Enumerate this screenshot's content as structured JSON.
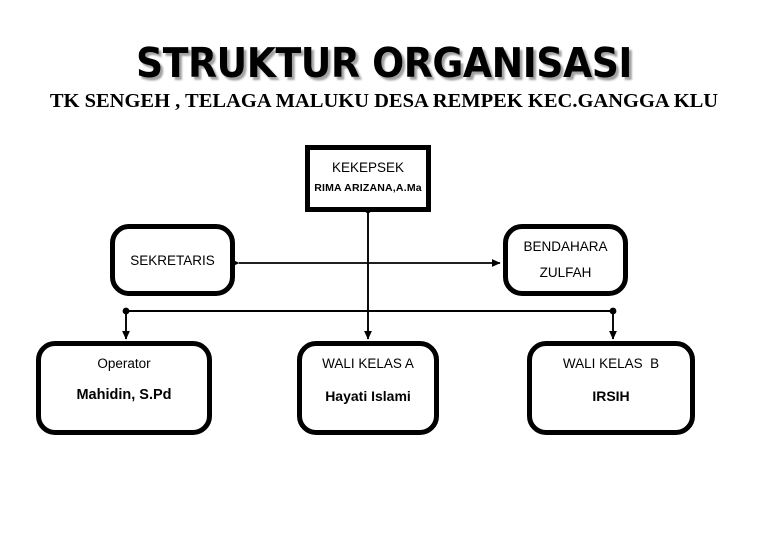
{
  "header": {
    "title": "STRUKTUR ORGANISASI",
    "subtitle": "TK SENGEH , TELAGA MALUKU DESA REMPEK KEC.GANGGA KLU"
  },
  "colors": {
    "ink": "#000000",
    "paper": "#ffffff",
    "title_shadow": "#828282"
  },
  "chart_data": {
    "type": "diagram",
    "title": "STRUKTUR ORGANISASI",
    "subtitle": "TK SENGEH , TELAGA MALUKU DESA REMPEK KEC.GANGGA KLU",
    "nodes": [
      {
        "id": "kepsek",
        "role": "KEKEPSEK",
        "person": "RIMA ARIZANA,A.Ma",
        "level": 1,
        "shape": "rectangle",
        "corner": "sharp"
      },
      {
        "id": "sekretaris",
        "role": "SEKRETARIS",
        "person": "",
        "level": 2,
        "shape": "rounded-rectangle",
        "corner": "rounded"
      },
      {
        "id": "bendahara",
        "role": "BENDAHARA",
        "person": "ZULFAH",
        "level": 2,
        "shape": "rounded-rectangle",
        "corner": "rounded"
      },
      {
        "id": "operator",
        "role": "Operator",
        "person": "Mahidin, S.Pd",
        "level": 3,
        "shape": "rounded-rectangle",
        "corner": "rounded"
      },
      {
        "id": "wali-a",
        "role": "WALI KELAS A",
        "person": "Hayati Islami",
        "level": 3,
        "shape": "rounded-rectangle",
        "corner": "rounded"
      },
      {
        "id": "wali-b",
        "role": "WALI KELAS  B",
        "person": "IRSIH",
        "level": 3,
        "shape": "rounded-rectangle",
        "corner": "rounded"
      }
    ],
    "edges": [
      {
        "from": "kepsek",
        "to": "operator",
        "style": "orthogonal",
        "arrow": "single"
      },
      {
        "from": "kepsek",
        "to": "wali-a",
        "style": "straight",
        "arrow": "single"
      },
      {
        "from": "kepsek",
        "to": "wali-b",
        "style": "orthogonal",
        "arrow": "single"
      },
      {
        "from": "sekretaris",
        "to": "bendahara",
        "style": "straight",
        "arrow": "double"
      }
    ]
  },
  "nodes": {
    "kepsek": {
      "role": "KEKEPSEK",
      "person": "RIMA ARIZANA,A.Ma"
    },
    "sekretaris": {
      "role": "SEKRETARIS",
      "person": ""
    },
    "bendahara": {
      "role": "BENDAHARA",
      "person": "ZULFAH"
    },
    "operator": {
      "role": "Operator",
      "person": "Mahidin, S.Pd"
    },
    "wali_a": {
      "role": "WALI KELAS A",
      "person": "Hayati Islami"
    },
    "wali_b": {
      "role": "WALI KELAS  B",
      "person": "IRSIH"
    }
  }
}
